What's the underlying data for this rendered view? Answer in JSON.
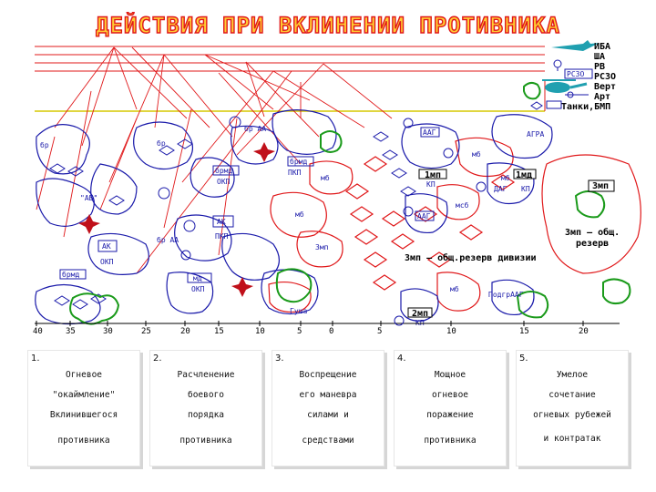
{
  "title": "ДЕЙСТВИЯ ПРИ ВКЛИНЕНИИ ПРОТИВНИКА",
  "legend": [
    "ИБА",
    "ША",
    "РВ",
    "РСЗО",
    "Верт",
    "Арт",
    "Танки,БМП"
  ],
  "legend_labels_inline": {
    "rszo_box": "РСЗО"
  },
  "units_left": {
    "br1": "бр",
    "br2": "бр",
    "ab": "\"АБ\"",
    "ak_left": "АК",
    "okp_left": "ОКП",
    "brmd_left": "брмд",
    "brAA_top": "бр АА",
    "brAA_mid": "бр АА",
    "brmd_top": "брмд",
    "okp_top": "ОКП",
    "ak_mid": "АК",
    "pkp_mid": "ПКП",
    "md_left": "мд",
    "okp_low": "ОКП",
    "brmd_mid": "брмд",
    "pkp_top": "ПКП",
    "mb1": "мб",
    "mb2": "мб",
    "mb3": "мб",
    "mtp": "3мп",
    "gusha": "Гуша"
  },
  "units_right": {
    "aag1": "ААГ",
    "aag2": "ААГ",
    "mb4": "мб",
    "msb": "мсб",
    "mb5": "мб",
    "mb6": "мб",
    "tmm_kp": "1мп",
    "tmm_kp_sub": "КП",
    "dag": "ДАГ",
    "md_kp": "1мд",
    "md_kp_sub": "КП",
    "agra": "АГРА",
    "mp3": "3мп",
    "kp2": "2мп",
    "kp2_sub": "КП",
    "podgr": "ПодгрААГ"
  },
  "reserve_div": "3мп – общ.резерв дивизии",
  "reserve_right": [
    "3мп – общ.",
    "резерв"
  ],
  "scale": [
    "40",
    "35",
    "30",
    "25",
    "20",
    "15",
    "10",
    "5",
    "0",
    "5",
    "10",
    "15",
    "20"
  ],
  "cards": [
    {
      "num": "1.",
      "lines": [
        "Огневое",
        "\"окаймление\"",
        "Вклинившегося",
        "противника"
      ]
    },
    {
      "num": "2.",
      "lines": [
        "Расчленение",
        "боевого",
        "порядка",
        "противника"
      ]
    },
    {
      "num": "3.",
      "lines": [
        "Воспрещение",
        "его  маневра",
        "силами  и",
        "средствами"
      ]
    },
    {
      "num": "4.",
      "lines": [
        "Мощное",
        "огневое",
        "поражение",
        "противника"
      ]
    },
    {
      "num": "5.",
      "lines": [
        "Умелое",
        "сочетание",
        "огневых рубежей",
        "и контратак"
      ]
    }
  ],
  "colors": {
    "title_fill": "#ffcc33",
    "title_stroke": "#e0181a",
    "red": "#e0181a",
    "blue": "#1a1aaa",
    "green": "#1a9a1a",
    "yellow": "#d6c800"
  }
}
